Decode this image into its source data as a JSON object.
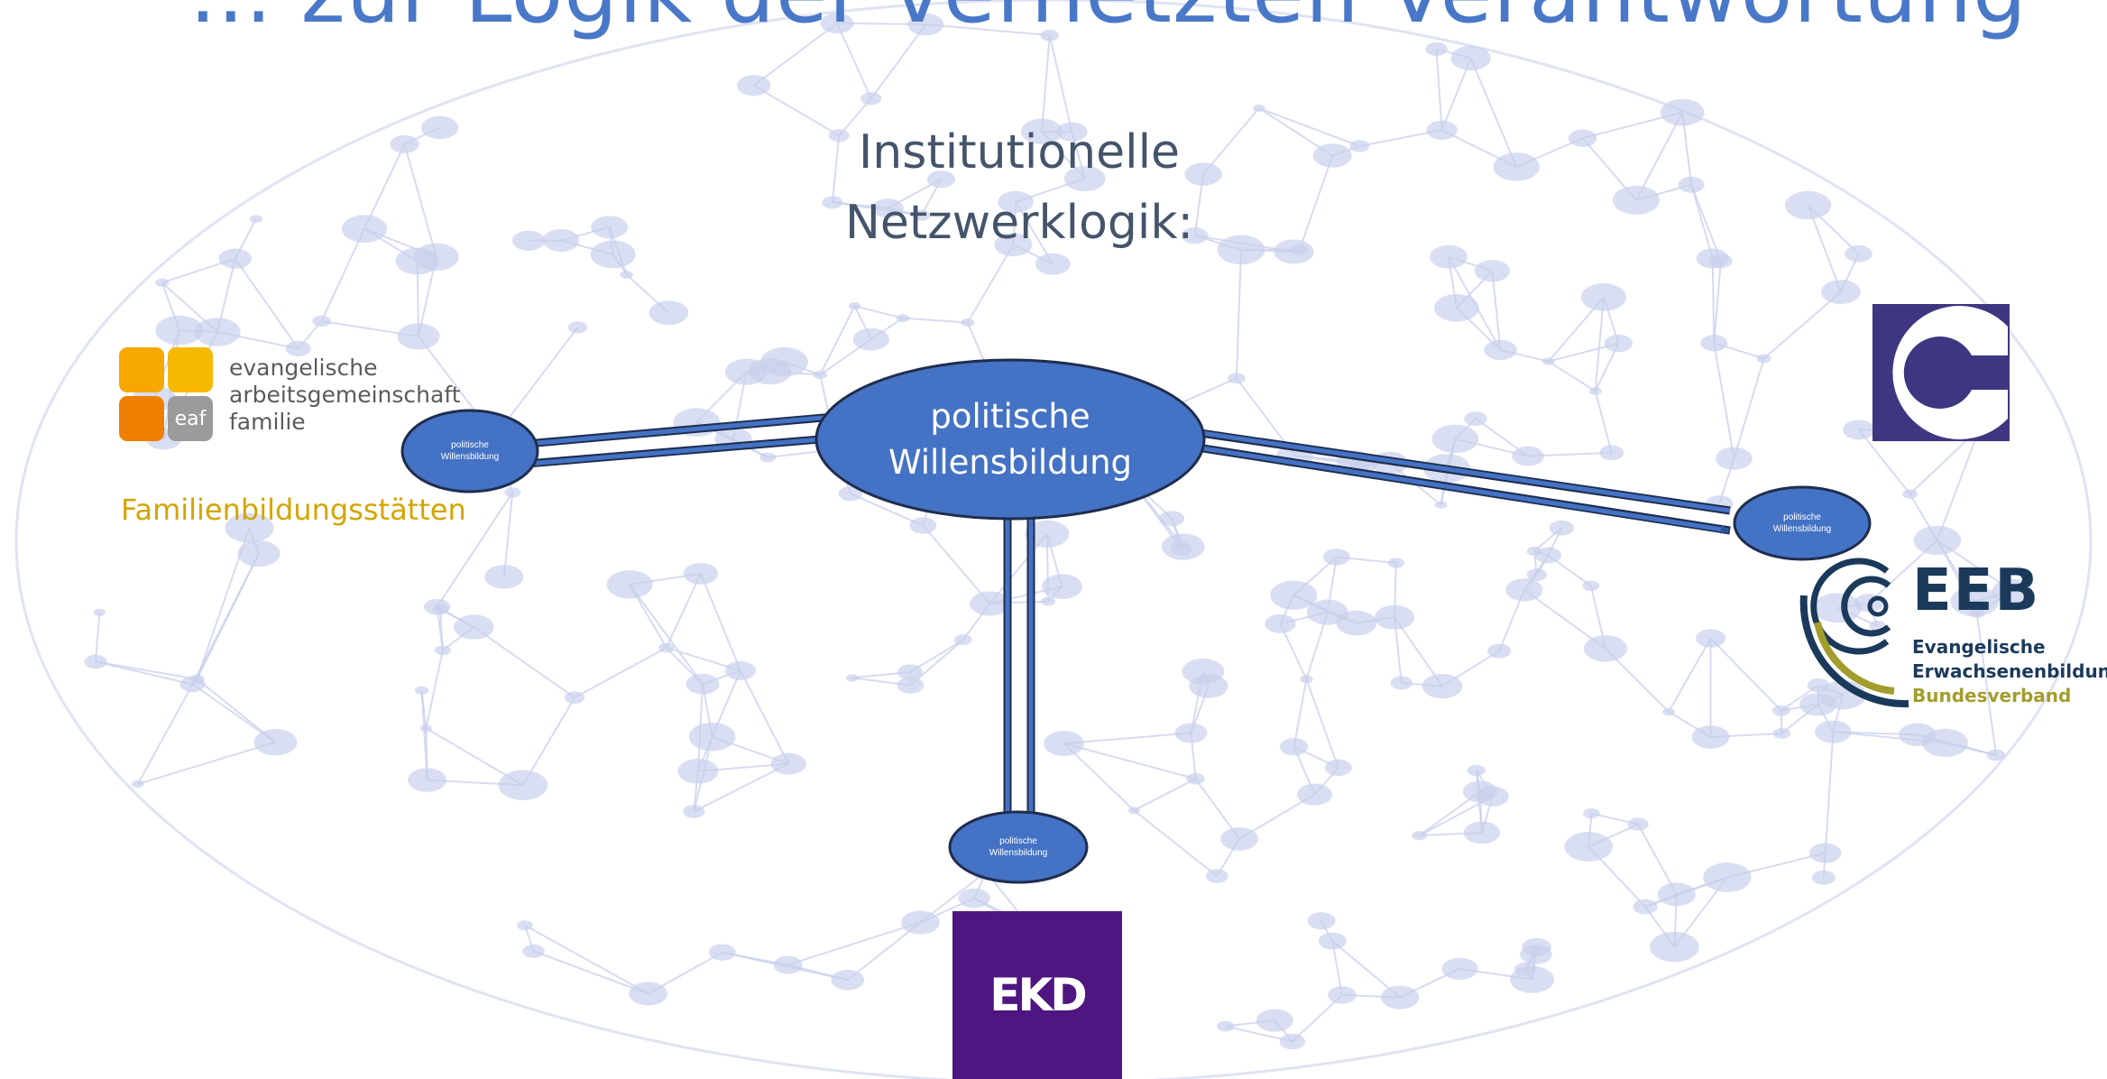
{
  "slide": {
    "title": "... zur Logik der vernetzten Verantwortung",
    "subtitle_line1": "Institutionelle",
    "subtitle_line2": "Netzwerklogik:"
  },
  "nodes": {
    "main": {
      "line1": "politische",
      "line2": "Willensbildung"
    },
    "left": {
      "line1": "politische",
      "line2": "Willensbildung"
    },
    "right": {
      "line1": "politische",
      "line2": "Willensbildung"
    },
    "bottom": {
      "line1": "politische",
      "line2": "Willensbildung"
    }
  },
  "logos": {
    "eaf": {
      "line1": "evangelische",
      "line2": "arbeitsgemeinschaft",
      "line3": "familie",
      "badge": "eaf",
      "caption": "Familienbildungsstätten"
    },
    "eeb": {
      "title": "EEB",
      "line1": "Evangelische",
      "line2": "Erwachsenenbildung",
      "line3": "Bundesverband"
    },
    "ekd": {
      "text": "EKD"
    },
    "c_logo": {
      "icon": "c-letter-logo"
    }
  },
  "colors": {
    "node_fill": "#4472c4",
    "node_stroke": "#1f2d4d",
    "title": "#4a78c8",
    "subtitle": "#44546a",
    "eaf_yellow": "#f6b800",
    "eaf_orange": "#ee7f00",
    "eaf_grey": "#9b9b9b",
    "eaf_caption": "#d4a500",
    "c_logo": "#3d3680",
    "eeb_navy": "#1b3a5b",
    "eeb_olive": "#a29d2c",
    "ekd_purple": "#4f1580",
    "network": "#c9d0ec"
  }
}
